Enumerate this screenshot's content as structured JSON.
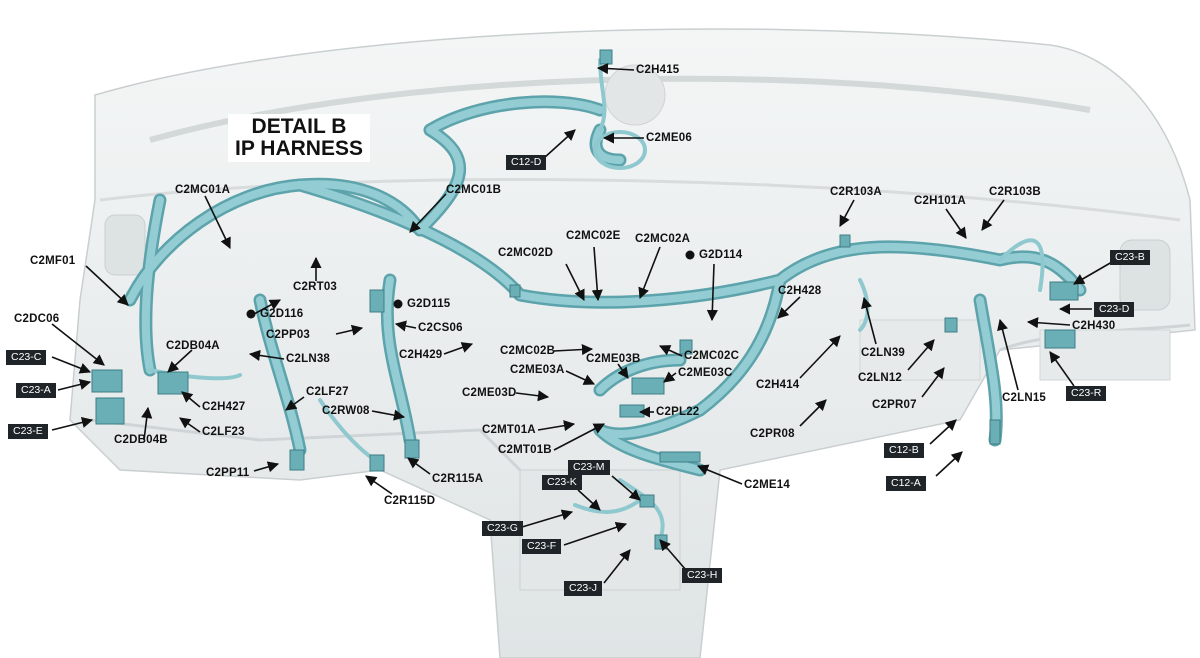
{
  "title": {
    "line1": "DETAIL B",
    "line2": "IP HARNESS"
  },
  "colors": {
    "harness": "#8fc9cf",
    "harness_dark": "#5da3ab",
    "dash": "#e9eced",
    "label_box": "#1f2429"
  },
  "connectors": {
    "C2H415": "C2H415",
    "C2ME06": "C2ME06",
    "C12_D": "C12-D",
    "C2MC01A": "C2MC01A",
    "C2MC01B": "C2MC01B",
    "C2MF01": "C2MF01",
    "C2RT03": "C2RT03",
    "C2DC06": "C2DC06",
    "G2D116": "G2D116",
    "G2D115": "G2D115",
    "C2PP03": "C2PP03",
    "C2CS06": "C2CS06",
    "C23_C": "C23-C",
    "C2DB04A": "C2DB04A",
    "C2LN38": "C2LN38",
    "C2H429": "C2H429",
    "C23_A": "C23-A",
    "C2H427": "C2H427",
    "C2LF27": "C2LF27",
    "C23_E": "C23-E",
    "C2LF23": "C2LF23",
    "C2RW08": "C2RW08",
    "C2DB04B": "C2DB04B",
    "C2PP11": "C2PP11",
    "C2R115A": "C2R115A",
    "C2R115D": "C2R115D",
    "C2MC02E": "C2MC02E",
    "C2MC02A": "C2MC02A",
    "C2MC02D": "C2MC02D",
    "G2D114": "G2D114",
    "C2MC02B": "C2MC02B",
    "C2ME03B": "C2ME03B",
    "C2MC02C": "C2MC02C",
    "C2ME03A": "C2ME03A",
    "C2ME03C": "C2ME03C",
    "C2ME03D": "C2ME03D",
    "C2PL22": "C2PL22",
    "C2MT01A": "C2MT01A",
    "C2MT01B": "C2MT01B",
    "C2ME14": "C2ME14",
    "C23_M": "C23-M",
    "C23_K": "C23-K",
    "C23_G": "C23-G",
    "C23_F": "C23-F",
    "C23_J": "C23-J",
    "C23_H": "C23-H",
    "C2R103A": "C2R103A",
    "C2H101A": "C2H101A",
    "C2R103B": "C2R103B",
    "C23_B": "C23-B",
    "C2H428": "C2H428",
    "C23_D": "C23-D",
    "C2H430": "C2H430",
    "C2LN39": "C2LN39",
    "C2LN12": "C2LN12",
    "C2PR07": "C2PR07",
    "C2LN15": "C2LN15",
    "C23_R": "C23-R",
    "C2H414": "C2H414",
    "C2PR08": "C2PR08",
    "C12_B": "C12-B",
    "C12_A": "C12-A"
  }
}
